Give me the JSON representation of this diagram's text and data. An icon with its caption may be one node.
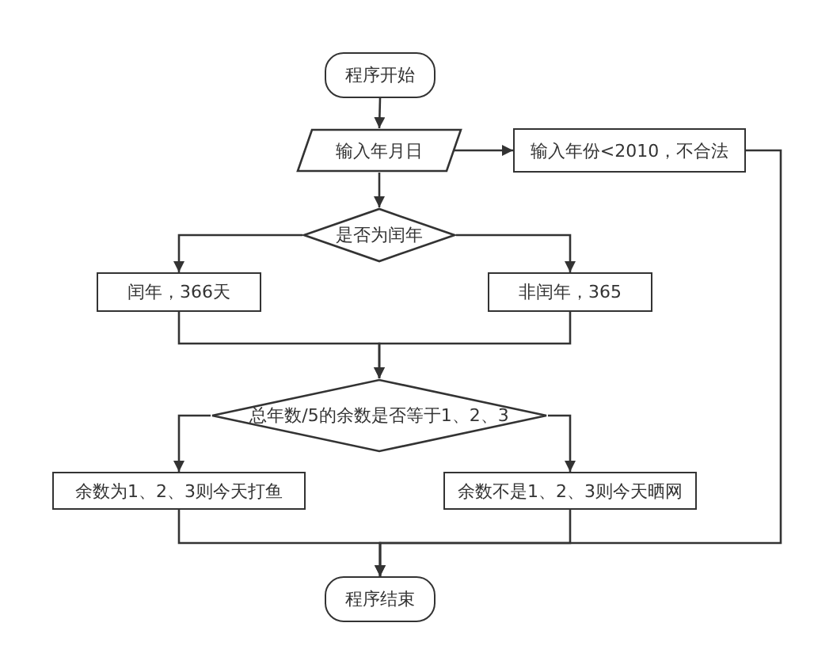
{
  "diagram": {
    "nodes": [
      {
        "text": [
          "程序开始"
        ]
      },
      {
        "text": [
          "输入年月日"
        ]
      },
      {
        "text": [
          "输入年份<2010，不合法"
        ]
      },
      {
        "text": [
          "是否为闰年"
        ]
      },
      {
        "text": [
          "闰年，366天"
        ]
      },
      {
        "text": [
          "非闰年，365"
        ]
      },
      {
        "text": [
          "总年数/5的余数是否等于1、2、3"
        ]
      },
      {
        "text": [
          "余数为1、2、3则今天打鱼"
        ]
      },
      {
        "text": [
          "余数不是1、2、3则今天晒网"
        ]
      },
      {
        "text": [
          "程序结束"
        ]
      }
    ],
    "edges": [
      {
        "from": 0,
        "to": 1,
        "arrow": "to"
      },
      {
        "from": 1,
        "to": 3,
        "arrow": "to"
      },
      {
        "from": 1,
        "to": 2,
        "arrow": "to"
      },
      {
        "from": 3,
        "to": 4,
        "arrow": "to"
      },
      {
        "from": 3,
        "to": 5,
        "arrow": "to"
      },
      {
        "from": 4,
        "to": 6,
        "arrow": "to"
      },
      {
        "from": 5,
        "to": 6,
        "arrow": "to"
      },
      {
        "from": 6,
        "to": 7,
        "arrow": "to"
      },
      {
        "from": 6,
        "to": 8,
        "arrow": "to"
      },
      {
        "from": 7,
        "to": 9,
        "arrow": "to"
      },
      {
        "from": 8,
        "to": 9,
        "arrow": "to"
      },
      {
        "from": 2,
        "to": 9,
        "arrow": "to"
      }
    ]
  }
}
